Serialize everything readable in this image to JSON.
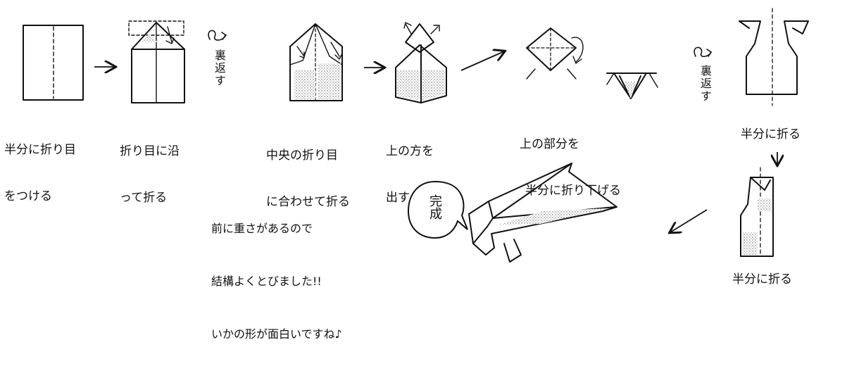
{
  "captions": {
    "step1": {
      "line1": "半分に折り目",
      "line2": "をつける"
    },
    "step2": {
      "line1": "折り目に沿",
      "line2": "って折る"
    },
    "flip1": "裏返す",
    "step3": {
      "line1": "中央の折り目",
      "line2": "に合わせて折る"
    },
    "step4": {
      "line1": "上の方を",
      "line2": "出す"
    },
    "step5": {
      "line1": "上の部分を",
      "line2": "半分に折り下げる"
    },
    "flip2": "裏返す",
    "step6": "半分に折る",
    "step7": "半分に折る"
  },
  "note": {
    "line1": "前に重さがあるので",
    "line2": "結構よくとびました!!",
    "line3": "いかの形が面白いですね♪"
  },
  "bubble": "完成",
  "colors": {
    "ink": "#111111",
    "paper": "#ffffff",
    "shade": "#d4d4d4"
  }
}
